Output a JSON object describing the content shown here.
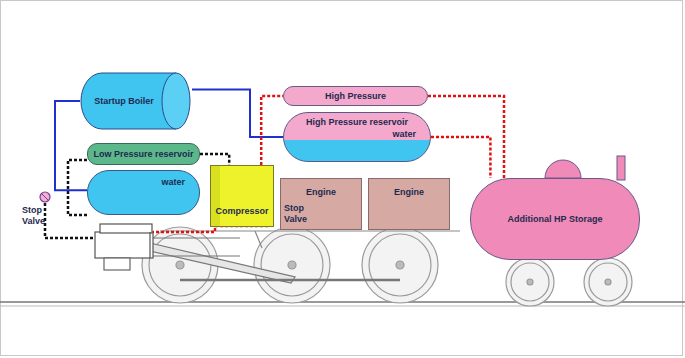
{
  "diagram": {
    "nodes": [
      {
        "text": [
          "Startup Boiler"
        ]
      },
      {
        "text": [
          "High Pressure"
        ]
      },
      {
        "text": [
          "High Pressure reservoir",
          "water"
        ]
      },
      {
        "text": [
          "Low Pressure reservoir"
        ]
      },
      {
        "text": [
          "water"
        ]
      },
      {
        "text": [
          "Compressor"
        ]
      },
      {
        "text": [
          "Engine"
        ]
      },
      {
        "text": [
          "Engine"
        ]
      },
      {
        "text": [
          "Additional HP Storage"
        ]
      }
    ],
    "edges": [
      {
        "from": 0,
        "to": 2,
        "arrow": "none"
      },
      {
        "from": 0,
        "to": 4,
        "arrow": "none"
      },
      {
        "from": 3,
        "to": 5,
        "arrow": "none"
      },
      {
        "from": 5,
        "to": 1,
        "arrow": "none"
      },
      {
        "from": 1,
        "to": 8,
        "arrow": "none"
      },
      {
        "from": 2,
        "to": 8,
        "arrow": "none"
      }
    ],
    "labels": [
      "Stop Valve",
      "Stop Valve"
    ]
  }
}
